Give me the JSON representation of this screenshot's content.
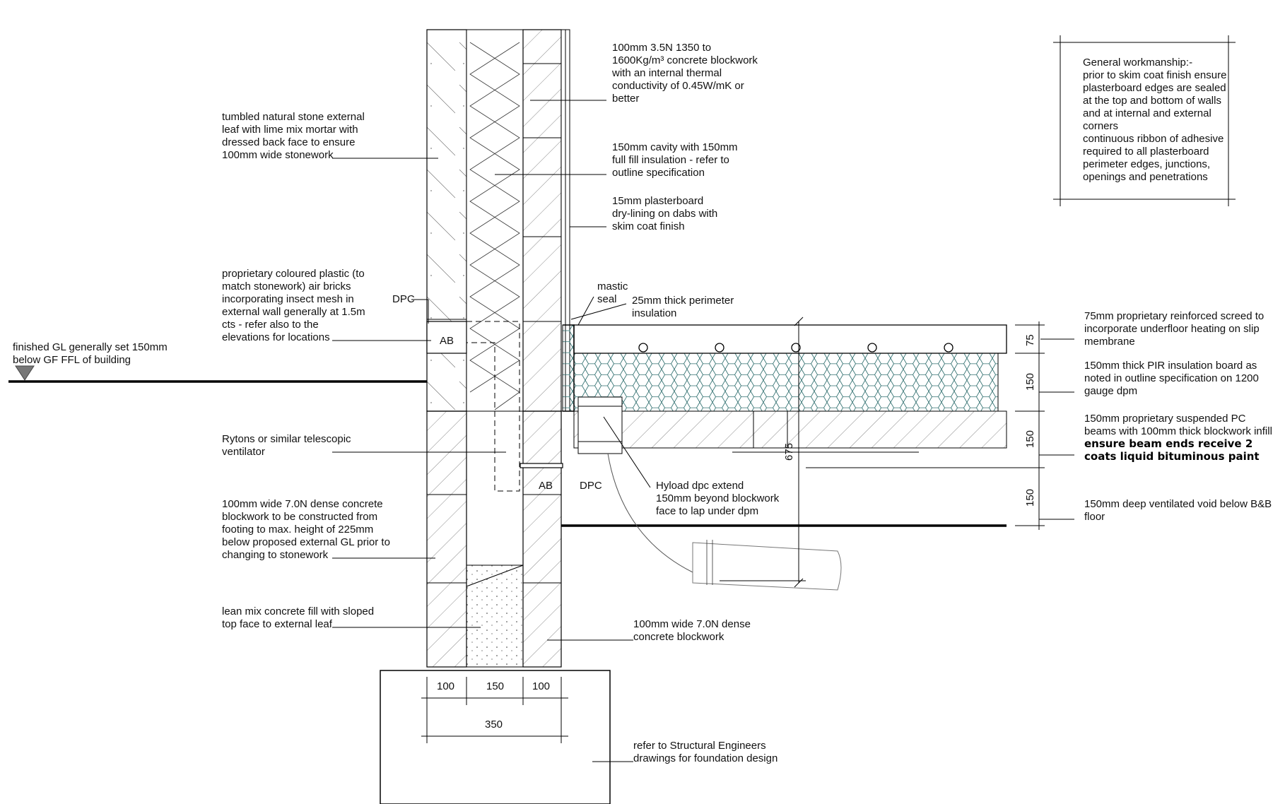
{
  "labels": {
    "blockwork_inner": [
      "100mm 3.5N 1350 to",
      "1600Kg/m³ concrete blockwork",
      "with an internal thermal",
      "conductivity of 0.45W/mK or",
      "better"
    ],
    "stone_leaf": [
      "tumbled natural stone external",
      "leaf with lime mix mortar with",
      "dressed back face to ensure",
      "100mm wide stonework"
    ],
    "cavity": [
      "150mm cavity with 150mm",
      "full fill insulation - refer to",
      "outline specification"
    ],
    "plasterboard": [
      "15mm plasterboard",
      "dry-lining on dabs with",
      "skim coat finish"
    ],
    "air_bricks": [
      "proprietary coloured plastic (to",
      "match stonework) air bricks",
      "incorporating insect mesh in",
      "external wall generally at 1.5m",
      "cts - refer also to the",
      "elevations for locations"
    ],
    "mastic": [
      "mastic",
      "seal"
    ],
    "perimeter_insulation": [
      "25mm thick perimeter",
      "insulation"
    ],
    "finished_gl": [
      "finished GL generally set 150mm",
      "below GF FFL of building"
    ],
    "screed": [
      "75mm proprietary reinforced screed to",
      "incorporate underfloor heating on slip",
      "membrane"
    ],
    "pir": [
      "150mm thick PIR insulation board as",
      "noted in outline specification on 1200",
      "gauge dpm"
    ],
    "beams": [
      "150mm proprietary suspended PC",
      "beams with 100mm thick blockwork infill"
    ],
    "beams_bold": [
      "ensure beam ends receive 2",
      "coats liquid bituminous paint"
    ],
    "ventilator": [
      "Rytons or similar telescopic",
      "ventilator"
    ],
    "hyload": [
      "Hyload dpc extend",
      "150mm beyond blockwork",
      "face to lap under dpm"
    ],
    "void": [
      "150mm deep ventilated void below B&B",
      "floor"
    ],
    "dense_block_outer": [
      "100mm wide 7.0N dense concrete",
      "blockwork to be constructed from",
      "footing to max. height of 225mm",
      "below proposed external GL prior to",
      "changing to stonework"
    ],
    "lean_mix": [
      "lean mix concrete fill with sloped",
      "top face to external leaf"
    ],
    "dense_block_inner": [
      "100mm wide 7.0N dense",
      "concrete blockwork"
    ],
    "foundation": [
      "refer to Structural Engineers",
      "drawings for foundation design"
    ],
    "workmanship": [
      "General workmanship:-",
      "prior to skim coat finish ensure",
      "plasterboard edges are sealed",
      "at the top and bottom of walls",
      "and at internal and external",
      "corners",
      "continuous ribbon of adhesive",
      "required to all plasterboard",
      "perimeter edges, junctions,",
      "openings and penetrations"
    ],
    "dpc_upper": "DPC",
    "dpc_lower": "DPC",
    "ab_upper": "AB",
    "ab_lower": "AB"
  },
  "dimensions": {
    "wall_widths": [
      "100",
      "150",
      "100"
    ],
    "wall_total": "350",
    "floor_levels": [
      "75",
      "150",
      "150",
      "150"
    ],
    "depth": "675"
  }
}
